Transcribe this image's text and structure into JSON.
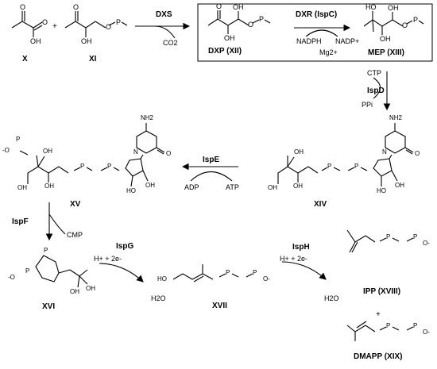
{
  "compounds": {
    "x": "X",
    "xi": "XI",
    "xii": "DXP (XII)",
    "xiii": "MEP (XIII)",
    "xiv": "XIV",
    "xv": "XV",
    "xvi": "XVI",
    "xvii": "XVII",
    "xviii": "IPP (XVIII)",
    "xix": "DMAPP (XIX)"
  },
  "enzymes": {
    "dxs": "DXS",
    "dxr": "DXR (IspC)",
    "ispd": "IspD",
    "ispe": "IspE",
    "ispf": "IspF",
    "ispg": "IspG",
    "isph": "IspH"
  },
  "cofactors": {
    "co2": "CO2",
    "nadph": "NADPH",
    "nadp": "NADP+",
    "mg": "Mg2+",
    "ctp": "CTP",
    "ppi": "PPi",
    "adp": "ADP",
    "atp": "ATP",
    "cmp": "CMP",
    "hplus_g": "H+ + 2e-",
    "h2o_g": "H2O",
    "hplus_h": "H+ + 2e-",
    "h2o_h": "H2O"
  },
  "operators": {
    "plus_top": "+",
    "plus_products": "+"
  },
  "atoms": {
    "O": "O",
    "OH": "OH",
    "HO": "HO",
    "P": "P",
    "Ominus": "O-",
    "Ominus_left": "-O",
    "NH2": "NH2",
    "N": "N"
  }
}
